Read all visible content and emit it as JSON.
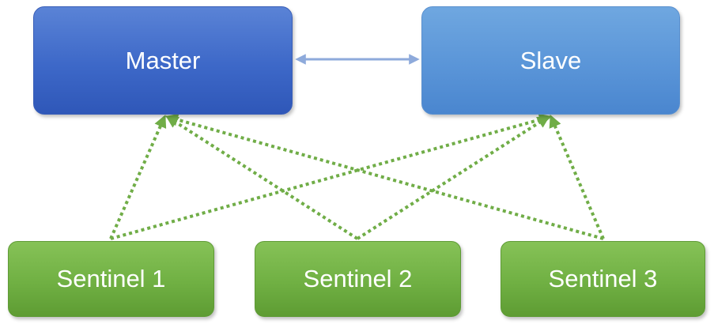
{
  "nodes": {
    "master": "Master",
    "slave": "Slave",
    "sentinel_1": "Sentinel 1",
    "sentinel_2": "Sentinel 2",
    "sentinel_3": "Sentinel 3"
  },
  "colors": {
    "master": "#3d68c8",
    "slave": "#5a95d8",
    "sentinel": "#70b043",
    "replication_arrow": "#8eaadb",
    "monitor_arrow": "#70ad47"
  },
  "edges": [
    {
      "from": "master",
      "to": "slave",
      "style": "solid",
      "direction": "both"
    },
    {
      "from": "sentinel_1",
      "to": "master",
      "style": "dotted",
      "direction": "forward"
    },
    {
      "from": "sentinel_1",
      "to": "slave",
      "style": "dotted",
      "direction": "forward"
    },
    {
      "from": "sentinel_2",
      "to": "master",
      "style": "dotted",
      "direction": "forward"
    },
    {
      "from": "sentinel_2",
      "to": "slave",
      "style": "dotted",
      "direction": "forward"
    },
    {
      "from": "sentinel_3",
      "to": "master",
      "style": "dotted",
      "direction": "forward"
    },
    {
      "from": "sentinel_3",
      "to": "slave",
      "style": "dotted",
      "direction": "forward"
    }
  ]
}
